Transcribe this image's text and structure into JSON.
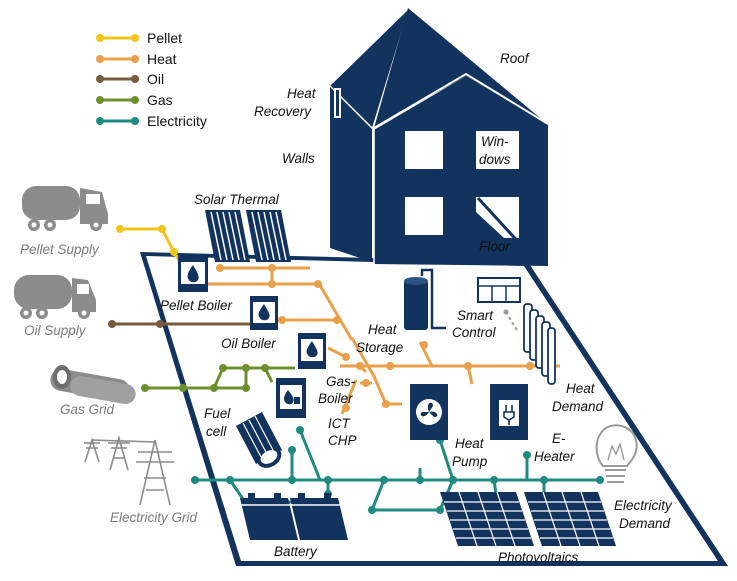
{
  "colors": {
    "navy": "#12335e",
    "pellet": "#f0c419",
    "heat": "#e8a04a",
    "oil": "#7a5a3c",
    "gas": "#6f8f2e",
    "electricity": "#1f8a80",
    "grey_icon": "#8c8c8c"
  },
  "legend": [
    {
      "label": "Pellet",
      "color_key": "pellet"
    },
    {
      "label": "Heat",
      "color_key": "heat"
    },
    {
      "label": "Oil",
      "color_key": "oil"
    },
    {
      "label": "Gas",
      "color_key": "gas"
    },
    {
      "label": "Electricity",
      "color_key": "electricity"
    }
  ],
  "house": {
    "roof": "Roof",
    "heat_recovery_1": "Heat",
    "heat_recovery_2": "Recovery",
    "walls": "Walls",
    "windows_1": "Win-",
    "windows_2": "dows",
    "floor": "Floor"
  },
  "supplies": {
    "pellet_supply": "Pellet Supply",
    "oil_supply": "Oil Supply",
    "gas_grid": "Gas Grid",
    "electricity_grid": "Electricity Grid"
  },
  "components": {
    "solar_thermal": "Solar Thermal",
    "pellet_boiler": "Pellet Boiler",
    "oil_boiler": "Oil Boiler",
    "gas_boiler_1": "Gas-",
    "gas_boiler_2": "Boiler",
    "fuel_cell_1": "Fuel",
    "fuel_cell_2": "cell",
    "ict_chp_1": "ICT",
    "ict_chp_2": "CHP",
    "heat_storage_1": "Heat",
    "heat_storage_2": "Storage",
    "smart_control_1": "Smart",
    "smart_control_2": "Control",
    "heat_pump_1": "Heat",
    "heat_pump_2": "Pump",
    "e_heater_1": "E-",
    "e_heater_2": "Heater",
    "heat_demand_1": "Heat",
    "heat_demand_2": "Demand",
    "electricity_demand_1": "Electricity",
    "electricity_demand_2": "Demand",
    "battery": "Battery",
    "photovoltaics": "Photovoltaics"
  }
}
